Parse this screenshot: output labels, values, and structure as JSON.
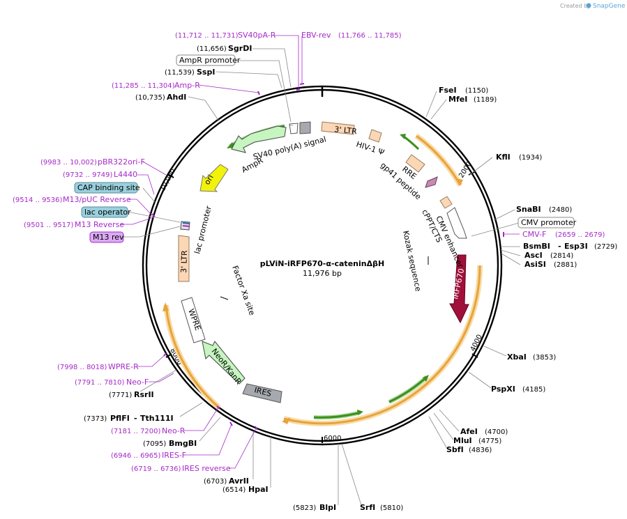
{
  "credit": {
    "prefix": "Created by",
    "brand": "SnapGene"
  },
  "plasmid": {
    "name": "pLViN-iRFP670-α-cateninΔβH",
    "size": "11,976 bp"
  },
  "ticks": [
    "2000",
    "4000",
    "6000",
    "8000",
    "10,000"
  ],
  "enzymes": [
    {
      "name": "FseI",
      "pos": "(1150)"
    },
    {
      "name": "MfeI",
      "pos": "(1189)"
    },
    {
      "name": "KflI",
      "pos": "(1934)"
    },
    {
      "name": "SnaBI",
      "pos": "(2480)"
    },
    {
      "name": "BsmBI",
      "sep": "-",
      "name2": "Esp3I",
      "pos": "(2729)"
    },
    {
      "name": "AscI",
      "pos": "(2814)"
    },
    {
      "name": "AsiSI",
      "pos": "(2881)"
    },
    {
      "name": "XbaI",
      "pos": "(3853)"
    },
    {
      "name": "PspXI",
      "pos": "(4185)"
    },
    {
      "name": "AfeI",
      "pos": "(4700)"
    },
    {
      "name": "MluI",
      "pos": "(4775)"
    },
    {
      "name": "SbfI",
      "pos": "(4836)"
    },
    {
      "name": "SrfI",
      "pos": "(5810)"
    },
    {
      "name": "BlpI",
      "pos": "(5823)"
    },
    {
      "name": "HpaI",
      "pos": "(6514)"
    },
    {
      "name": "AvrII",
      "pos": "(6703)"
    },
    {
      "name": "BmgBI",
      "pos": "(7095)"
    },
    {
      "name": "PflFI",
      "sep": "-",
      "name2": "Tth111I",
      "pos": "(7373)"
    },
    {
      "name": "RsrII",
      "pos": "(7771)"
    },
    {
      "name": "AhdI",
      "pos": "(10,735)"
    },
    {
      "name": "SspI",
      "pos": "(11,539)"
    },
    {
      "name": "SgrDI",
      "pos": "(11,656)"
    }
  ],
  "primers": [
    {
      "name": "SV40pA-R",
      "pos": "(11,712 .. 11,731)"
    },
    {
      "name": "EBV-rev",
      "pos": "(11,766 .. 11,785)"
    },
    {
      "name": "Amp-R",
      "pos": "(11,285 .. 11,304)"
    },
    {
      "name": "pBR322ori-F",
      "pos": "(9983 .. 10,002)"
    },
    {
      "name": "L4440",
      "pos": "(9732 .. 9749)"
    },
    {
      "name": "M13/pUC Reverse",
      "pos": "(9514 .. 9536)"
    },
    {
      "name": "M13 Reverse",
      "pos": "(9501 .. 9517)"
    },
    {
      "name": "CMV-F",
      "pos": "(2659 .. 2679)"
    },
    {
      "name": "WPRE-R",
      "pos": "(7998 .. 8018)"
    },
    {
      "name": "Neo-F",
      "pos": "(7791 .. 7810)"
    },
    {
      "name": "Neo-R",
      "pos": "(7181 .. 7200)"
    },
    {
      "name": "IRES-F",
      "pos": "(6946 .. 6965)"
    },
    {
      "name": "IRES reverse",
      "pos": "(6719 .. 6736)"
    }
  ],
  "boxed_labels": {
    "ampr_promoter": "AmpR promoter",
    "cmv_promoter": "CMV promoter",
    "cap_site": "CAP binding site",
    "lac_operator": "lac operator",
    "m13_rev": "M13 rev"
  },
  "features": {
    "ltr3_top": "3' LTR",
    "hiv_psi": "HIV-1 Ψ",
    "rre": "RRE",
    "gp41": "gp41 peptide",
    "cppt": "cPPT/CTS",
    "cmv_enh": "CMV enhancer",
    "kozak": "Kozak sequence",
    "irfp": "iRFP670",
    "sv40": "SV40 poly(A) signal",
    "ampr": "AmpR",
    "ori": "ori",
    "lac_prom": "lac promoter",
    "ltr3_left": "3' LTR",
    "factor_xa": "Factor Xa site",
    "wpre": "WPRE",
    "neo": "NeoR/KanR",
    "ires": "IRES"
  },
  "colors": {
    "backbone": "#000000",
    "orf_orange": "#e8a33a",
    "orf_green": "#3d8f1e",
    "primer": "#a629c8",
    "ampr_fill": "#c6f5c0",
    "ori_fill": "#f2f20a",
    "ltr_fill": "#fbd7b6",
    "irfp_fill": "#a0103a",
    "ires_fill": "#a6aaaf",
    "box_blue": "#9ad0dd",
    "box_purple": "#dbaaf2"
  }
}
